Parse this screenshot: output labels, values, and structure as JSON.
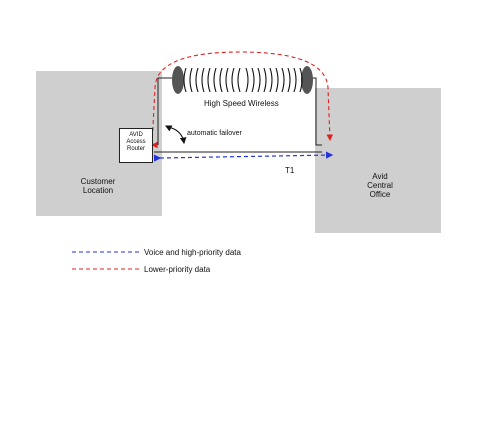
{
  "customer_location": "Customer\nLocation",
  "central_office": "Avid\nCentral\nOffice",
  "router": "AVID\nAccess\nRouter",
  "wireless_link": "High Speed Wireless",
  "failover": "automatic failover",
  "t1_link": "T1",
  "legend": {
    "voice": "Voice and high-priority data",
    "lower": "Lower-priority data"
  },
  "colors": {
    "building": "#cfcfcf",
    "voice_line": "#2233dd",
    "lower_line": "#dd2222",
    "link_line": "#222222"
  }
}
